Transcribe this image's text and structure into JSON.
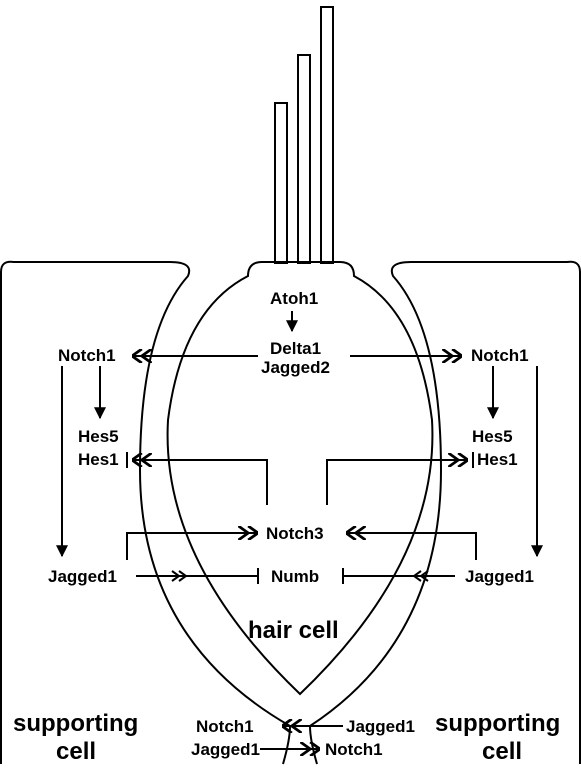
{
  "labels": {
    "atoh1": "Atoh1",
    "delta1": "Delta1",
    "jagged2": "Jagged2",
    "notch1_left": "Notch1",
    "notch1_right": "Notch1",
    "hes5_left": "Hes5",
    "hes1_left": "Hes1",
    "hes5_right": "Hes5",
    "hes1_right": "Hes1",
    "notch3": "Notch3",
    "jagged1_left": "Jagged1",
    "jagged1_right": "Jagged1",
    "numb": "Numb",
    "hair_cell": "hair cell",
    "supporting_left_1": "supporting",
    "supporting_left_2": "cell",
    "supporting_right_1": "supporting",
    "supporting_right_2": "cell",
    "bottom_notch1_left": "Notch1",
    "bottom_jagged1_left": "Jagged1",
    "bottom_jagged1_right": "Jagged1",
    "bottom_notch1_right": "Notch1"
  },
  "colors": {
    "line": "#000000",
    "background": "#ffffff"
  }
}
